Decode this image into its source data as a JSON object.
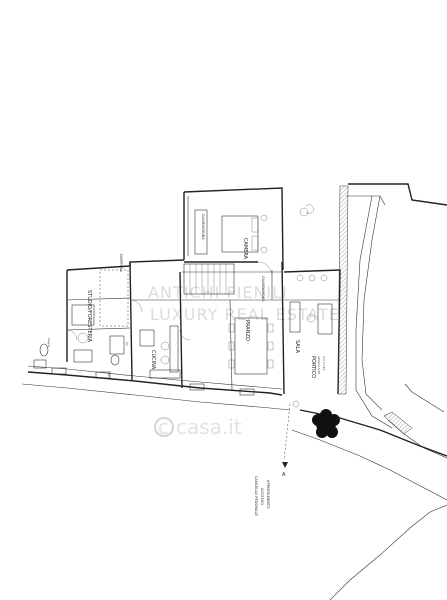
{
  "rooms": {
    "camera": "CAMERA",
    "guardaroba_1": "GUARDAROBA",
    "guardaroba_2": "GUARDAROBA",
    "studio_foresteria": "STUDIO/FORESTERIA",
    "dispensa": "DISPENSA",
    "cucina": "CUCINA",
    "pranzo": "PRANZO",
    "sala": "SALA",
    "portico": "PORTICO",
    "portico_note_1": "altezza 3,00",
    "portico_note_2": "mq 17,20",
    "lavanderia": "lav.",
    "bagno": "bagno",
    "wc": "wc"
  },
  "annotations": {
    "gate_line_1": "CANCELLO PEDONALE",
    "gate_line_2": "ACCESSO",
    "gate_line_3": "APPARTAMENTO",
    "section_mark": "A"
  },
  "watermark": {
    "line_1": "ANTICHI FIENILI",
    "line_2": "LUXURY REAL ESTATE",
    "brand": "casa.it"
  },
  "colors": {
    "ink": "#222222",
    "tree": "#111111",
    "watermark": "#cfcfcf"
  }
}
